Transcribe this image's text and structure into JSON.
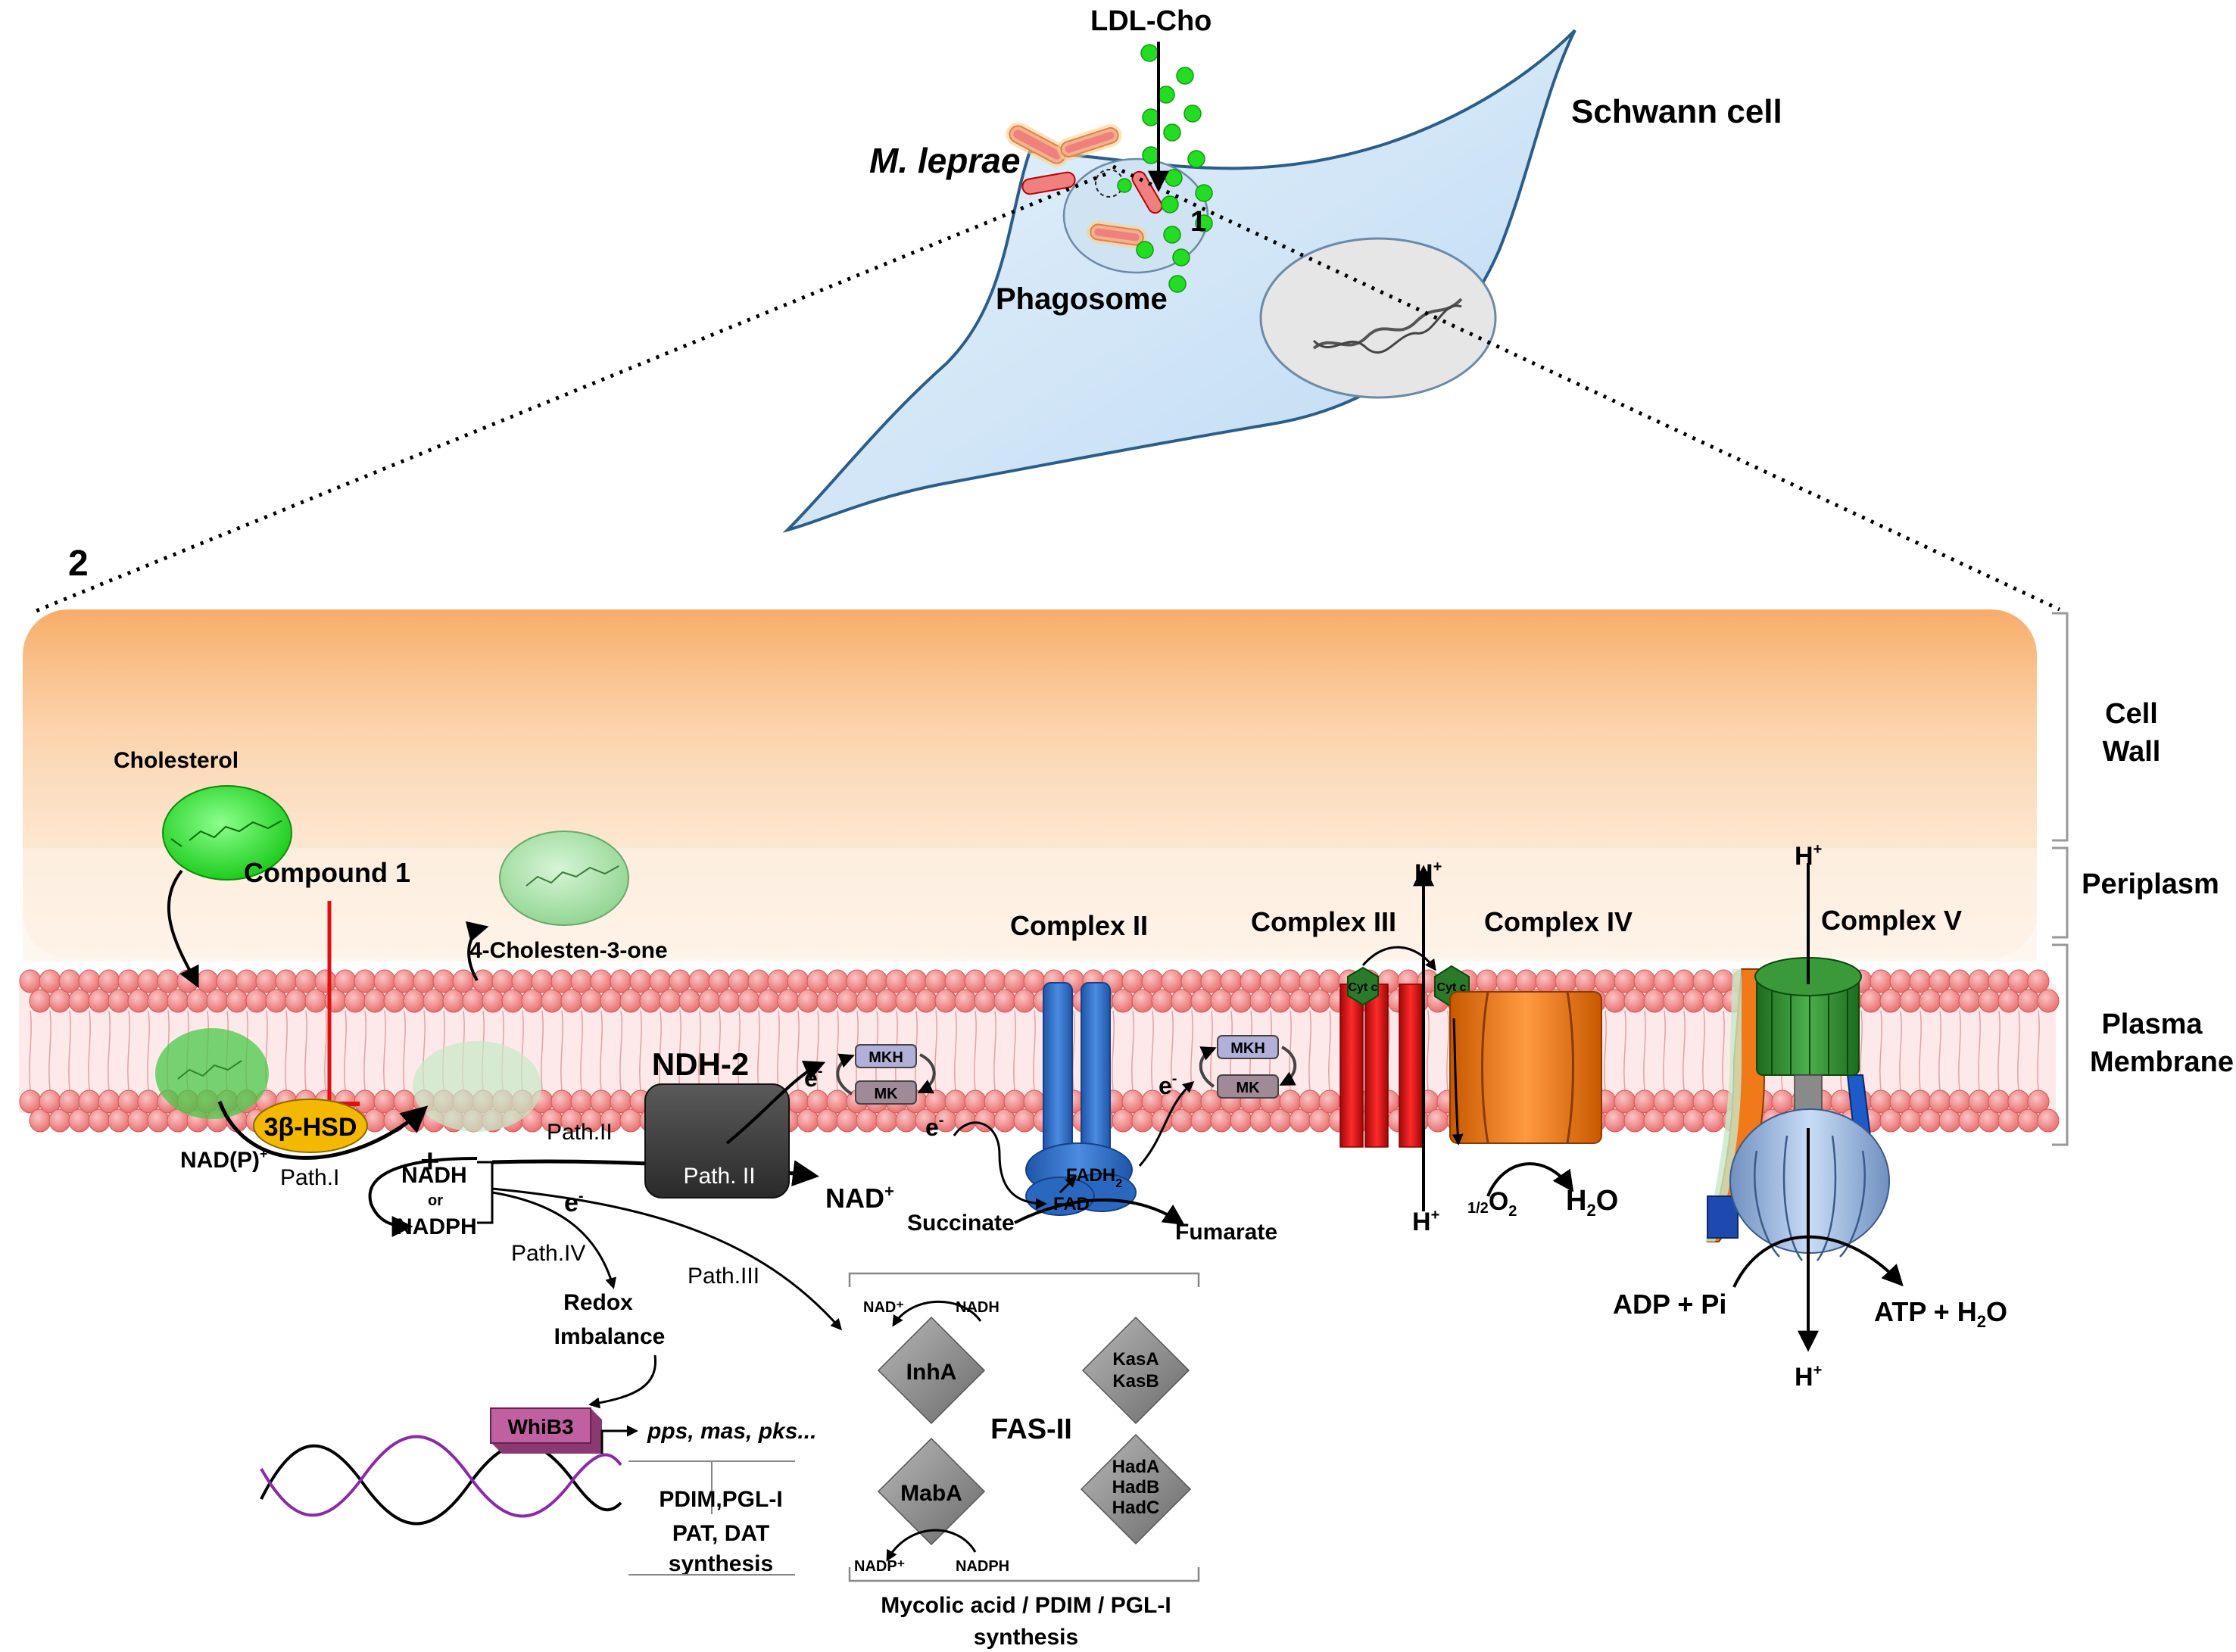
{
  "cell": {
    "ldl_label": "LDL-Cho",
    "schwann_label": "Schwann cell",
    "mleprae_label": "M. leprae",
    "phagosome_label": "Phagosome",
    "marker_1": "1",
    "marker_2": "2"
  },
  "layers": {
    "cell_wall_line1": "Cell",
    "cell_wall_line2": "Wall",
    "periplasm": "Periplasm",
    "plasma_line1": "Plasma",
    "plasma_line2": "Membrane"
  },
  "metabolites": {
    "cholesterol": "Cholesterol",
    "compound1": "Compound 1",
    "cholestenone": "4-Cholesten-3-one",
    "hsd": "3β-HSD",
    "nadp_plus": "NAD(P)",
    "plus_sign": "+",
    "path1": "Path.I",
    "path2": "Path.II",
    "path3": "Path.III",
    "path4": "Path.IV",
    "nadh": "NADH",
    "or": "or",
    "nadph": "NADPH",
    "electron": "e",
    "nad_plus": "NAD",
    "redox1": "Redox",
    "redox2": "Imbalance",
    "whib3": "WhiB3",
    "genes": "pps, mas, pks...",
    "pdim1": "PDIM,PGL-I",
    "pdim2": "PAT, DAT",
    "pdim3": "synthesis"
  },
  "complexes": {
    "ndh2": "NDH-2",
    "ndh2_path": "Path. II",
    "mkh": "MKH",
    "mk": "MK",
    "complex2": "Complex II",
    "fad": "FAD",
    "fadh2": "FADH",
    "succinate": "Succinate",
    "fumarate": "Fumarate",
    "complex3": "Complex III",
    "cytc": "Cyt c",
    "complex4": "Complex IV",
    "hplus": "H",
    "half": "1/2",
    "o2": "O",
    "h2o": "H",
    "complex5": "Complex V",
    "adp": "ADP + Pi",
    "atp": "ATP + H"
  },
  "fas": {
    "nad_plus": "NAD⁺",
    "nadh": "NADH",
    "inha": "InhA",
    "kasa": "KasA",
    "kasb": "KasB",
    "fas2": "FAS-II",
    "maba": "MabA",
    "hada": "HadA",
    "hadb": "HadB",
    "hadc": "HadC",
    "nadp_plus": "NADP⁺",
    "nadph": "NADPH",
    "footer1": "Mycolic acid / PDIM / PGL-I",
    "footer2": "synthesis"
  },
  "colors": {
    "cell_fill": "#d6e9f8",
    "cell_stroke": "#2b5d8a",
    "ldl_dot": "#22dd22",
    "membrane_bead": "#f28b8b",
    "cell_wall": "#f8b878",
    "hsd_fill": "#f5b800",
    "ndh2_fill": "#404040",
    "complex2_fill": "#2f6fc8",
    "complex3_fill": "#dd1111",
    "complex4_fill": "#f07a1a",
    "complex5_green": "#2f8a2f",
    "inhibitor": "#e01010",
    "whib3_fill": "#b0508f",
    "fas_diamond": "#8a8a8a"
  }
}
